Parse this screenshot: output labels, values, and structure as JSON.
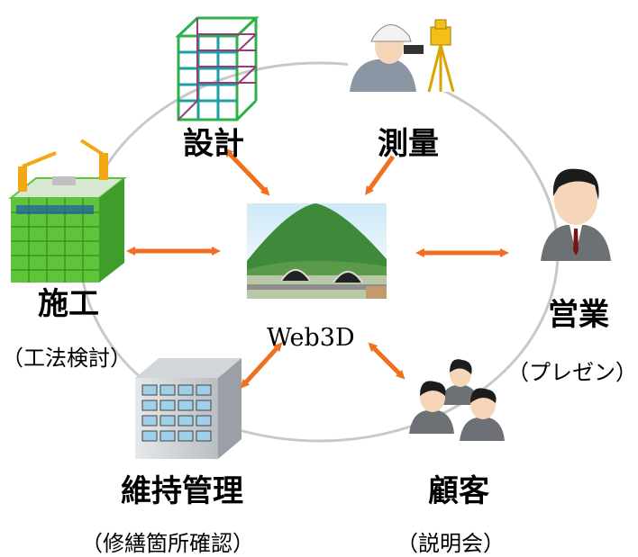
{
  "center": {
    "label": "Web3D"
  },
  "nodes": {
    "design": {
      "label": "設計"
    },
    "survey": {
      "label": "測量"
    },
    "construction": {
      "label": "施工",
      "sublabel": "（工法検討）"
    },
    "sales": {
      "label": "営業",
      "sublabel": "（プレゼン）"
    },
    "maintenance": {
      "label": "維持管理",
      "sublabel": "（修繕箇所確認）"
    },
    "customer": {
      "label": "顧客",
      "sublabel": "（説明会）"
    }
  },
  "colors": {
    "arrow": "#f07020",
    "ring": "#c8c8c8",
    "building_green": "#5ec43a"
  },
  "icons": [
    "wireframe-building-icon",
    "surveyor-icon",
    "construction-building-icon",
    "businessman-icon",
    "office-building-icon",
    "customers-icon",
    "tunnel-scene-icon"
  ]
}
